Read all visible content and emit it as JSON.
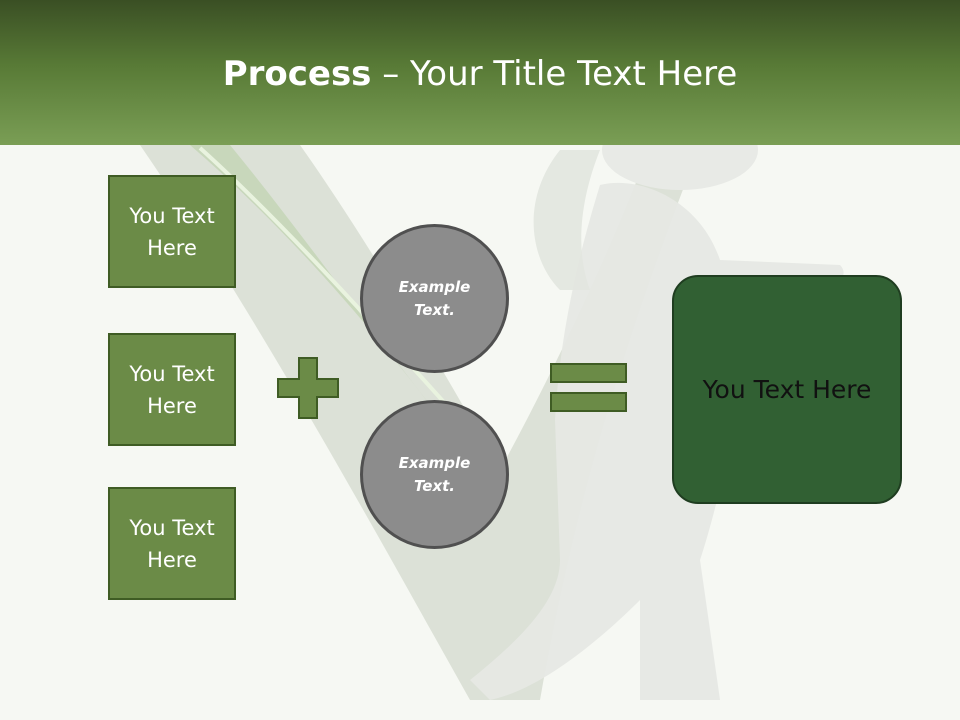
{
  "header": {
    "title_bold": "Process",
    "title_rest": " – Your Title Text Here"
  },
  "left_boxes": [
    {
      "label": "You Text Here"
    },
    {
      "label": "You Text Here"
    },
    {
      "label": "You Text Here"
    }
  ],
  "circles": [
    {
      "label": "Example Text."
    },
    {
      "label": "Example Text."
    }
  ],
  "result_box": {
    "label": "You Text Here"
  },
  "colors": {
    "header_green": "#587a36",
    "box_green": "#6b8b47",
    "box_border": "#3f5c24",
    "circle_gray": "#8c8c8c",
    "result_green": "#316033"
  },
  "icons": {
    "plus": "plus-icon",
    "equals": "equals-icon",
    "background": "figure-with-checkmark"
  }
}
